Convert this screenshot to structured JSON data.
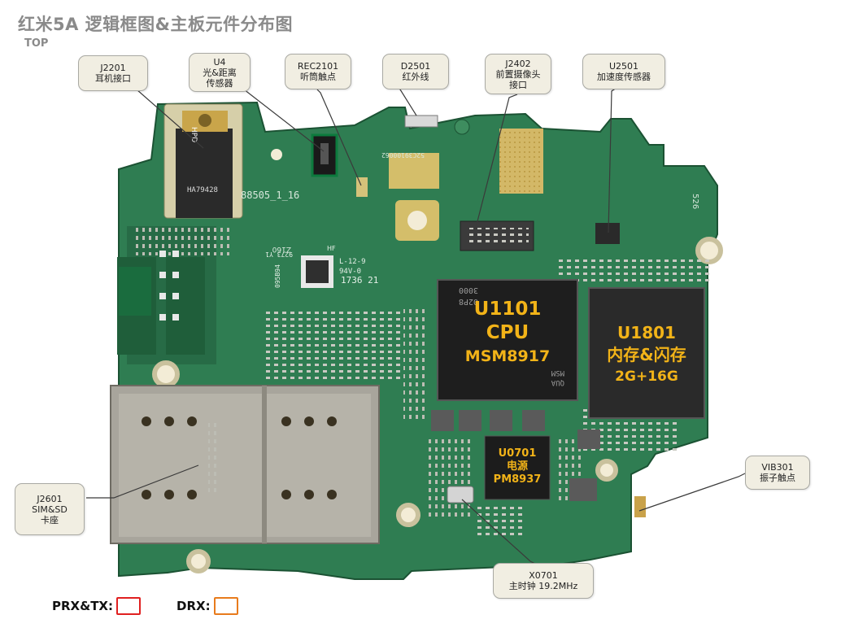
{
  "header": {
    "title": "红米5A 逻辑框图&主板元件分布图",
    "subtitle": "TOP"
  },
  "callouts": {
    "j2201": {
      "id": "J2201",
      "desc": "耳机接口"
    },
    "u4": {
      "id": "U4",
      "desc1": "光&距离",
      "desc2": "传感器"
    },
    "rec2101": {
      "id": "REC2101",
      "desc": "听筒触点"
    },
    "d2501": {
      "id": "D2501",
      "desc": "红外线"
    },
    "j2402": {
      "id": "J2402",
      "desc1": "前置摄像头",
      "desc2": "接口"
    },
    "u2501": {
      "id": "U2501",
      "desc": "加速度传感器"
    },
    "vib301": {
      "id": "VIB301",
      "desc": "振子触点"
    },
    "j2601": {
      "id": "J2601",
      "desc1": "SIM&SD",
      "desc2": "卡座"
    },
    "x0701": {
      "id": "X0701",
      "desc": "主时钟 19.2MHz"
    }
  },
  "chips": {
    "u1101": {
      "line1": "U1101",
      "line2": "CPU",
      "line3": "MSM8917",
      "marking1": "3000",
      "marking2": "02P8",
      "marking3": "QUA",
      "marking4": "MSM"
    },
    "u1801": {
      "line1": "U1801",
      "line2": "内存&闪存",
      "line3": "2G+16G"
    },
    "u0701": {
      "line1": "U0701",
      "line2": "电源",
      "line3": "PM8937"
    }
  },
  "silkscreen": {
    "board_code": "88505_1_16",
    "jack_code": "HA79428",
    "hpd": "HPD",
    "date1": "L-12-9",
    "date2": "94V-0",
    "date3": "1736 21",
    "vertical_code": "52C39100062",
    "rot_code1": "9273 Y1",
    "rot_code2": "095B94",
    "corner_code": "526",
    "hf_mark": "HF",
    "z160": "Z160"
  },
  "legend": {
    "prx_tx": {
      "label": "PRX&TX:",
      "color": "#e02020"
    },
    "drx": {
      "label": "DRX:",
      "color": "#e87b1c"
    }
  },
  "colors": {
    "pcb": "#2e7a50",
    "pcb_dark": "#1f5e3a",
    "chip_label": "#f2b318",
    "callout_bg": "#f1eee2"
  }
}
